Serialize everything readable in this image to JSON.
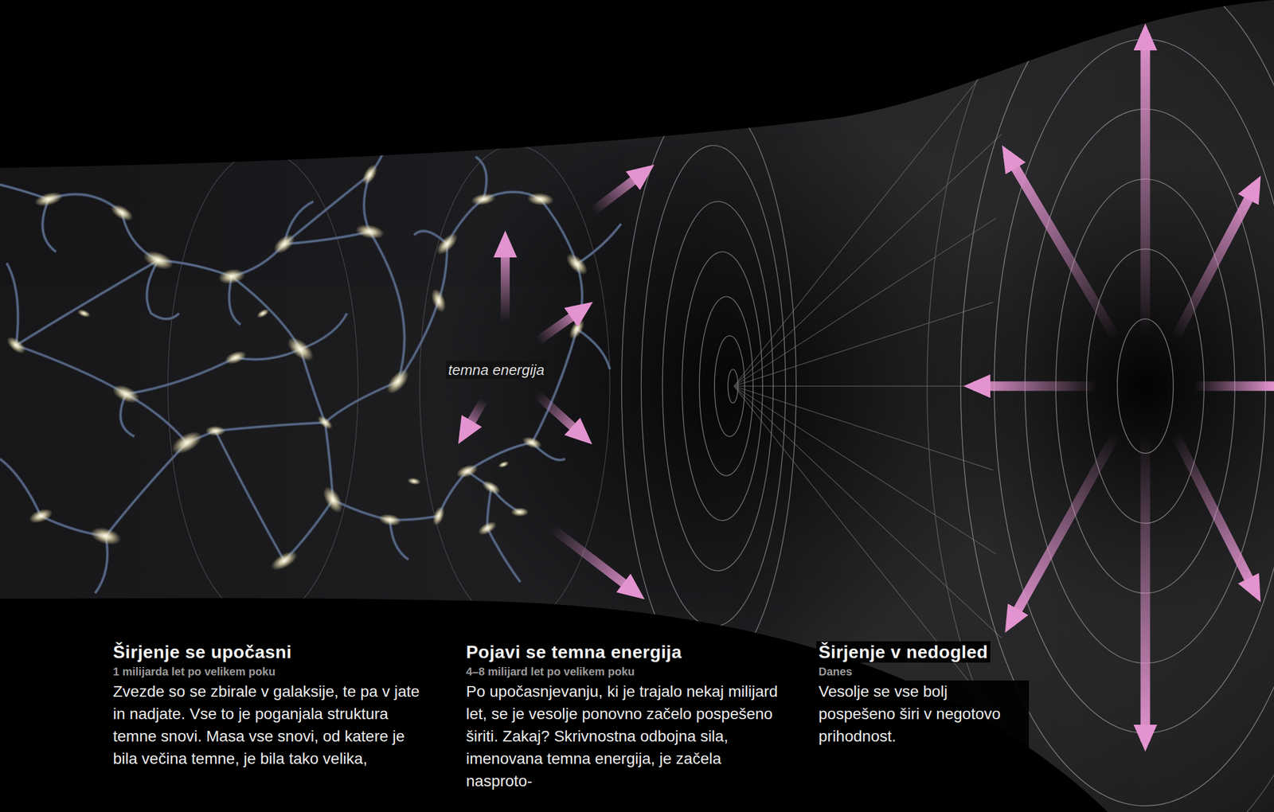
{
  "diagram": {
    "labels": [
      "temna energija",
      "Širjenje se upočasni",
      "1 milijarda let po velikem poku",
      "Zvezde so se zbirale v galaksije, te pa v jate in nadjate. Vse to je poganjala struktura temne snovi. Masa vse snovi, od katere je bila večina temne, je bila tako velika,",
      "Pojavi se temna energija",
      "4–8 milijard let po velikem poku",
      "Po upočasnjevanju, ki je trajalo nekaj milijard let, se je vesolje ponovno začelo pospešeno širiti. Zakaj? Skrivnostna odbojna sila, imenovana temna energija, je začela nasproto-",
      "Širjenje v nedogled",
      "Danes",
      "Vesolje se vse bolj pospešeno širi v negotovo prihodnost."
    ]
  }
}
